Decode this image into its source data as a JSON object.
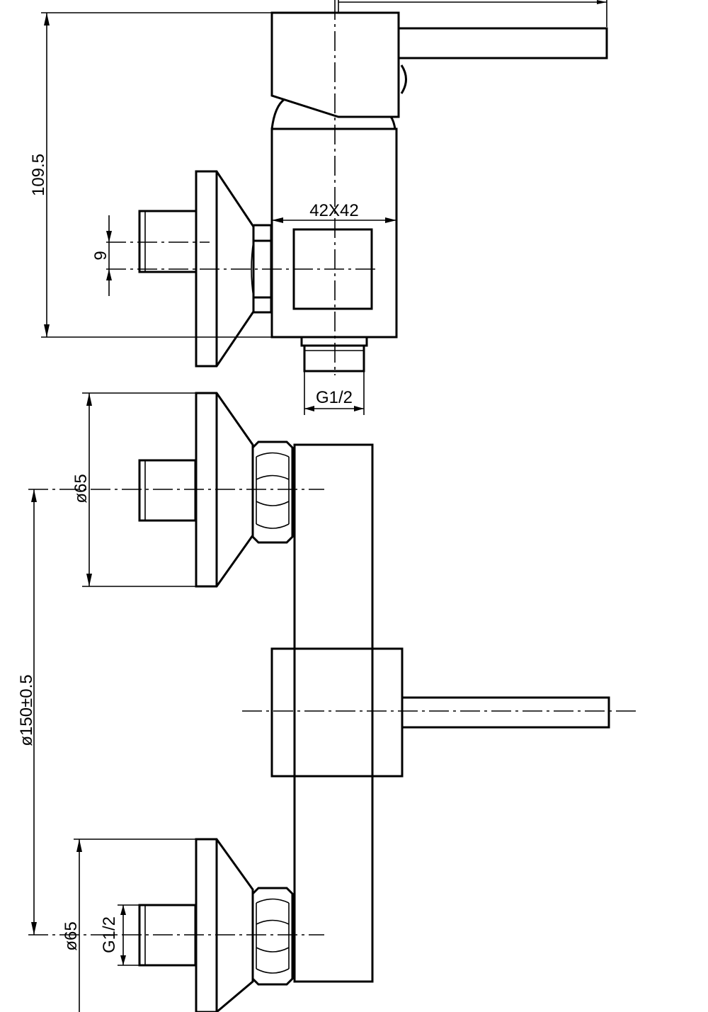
{
  "dimensions": {
    "height_total": "109.5",
    "body_section": "42X42",
    "offset": "9",
    "outlet_thread": "G1/2",
    "flange_top": "ø65",
    "centre_distance": "ø150±0.5",
    "flange_bottom": "ø65",
    "inlet_thread": "G1/2"
  },
  "colors": {
    "ink": "#000000",
    "paper": "#ffffff"
  }
}
